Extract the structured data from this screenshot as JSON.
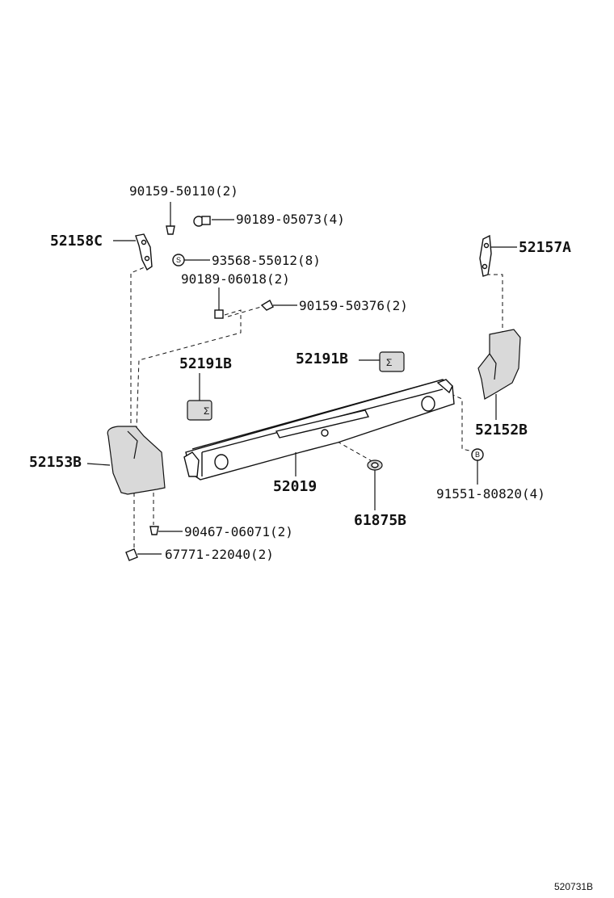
{
  "callouts": {
    "c_90159_50110": "90159-50110(2)",
    "c_90189_05073": "90189-05073(4)",
    "c_52158C": "52158C",
    "c_93568_55012": "93568-55012(8)",
    "c_90189_06018": "90189-06018(2)",
    "c_90159_50376": "90159-50376(2)",
    "c_52157A": "52157A",
    "c_52191B_left": "52191B",
    "c_52191B_right": "52191B",
    "c_52152B": "52152B",
    "c_52153B": "52153B",
    "c_52019": "52019",
    "c_91551_80820": "91551-80820(4)",
    "c_61875B": "61875B",
    "c_90467_06071": "90467-06071(2)",
    "c_67771_22040": "67771-22040(2)"
  },
  "symbols": {
    "s": "S",
    "b": "B"
  },
  "diagram_code": "520731B"
}
